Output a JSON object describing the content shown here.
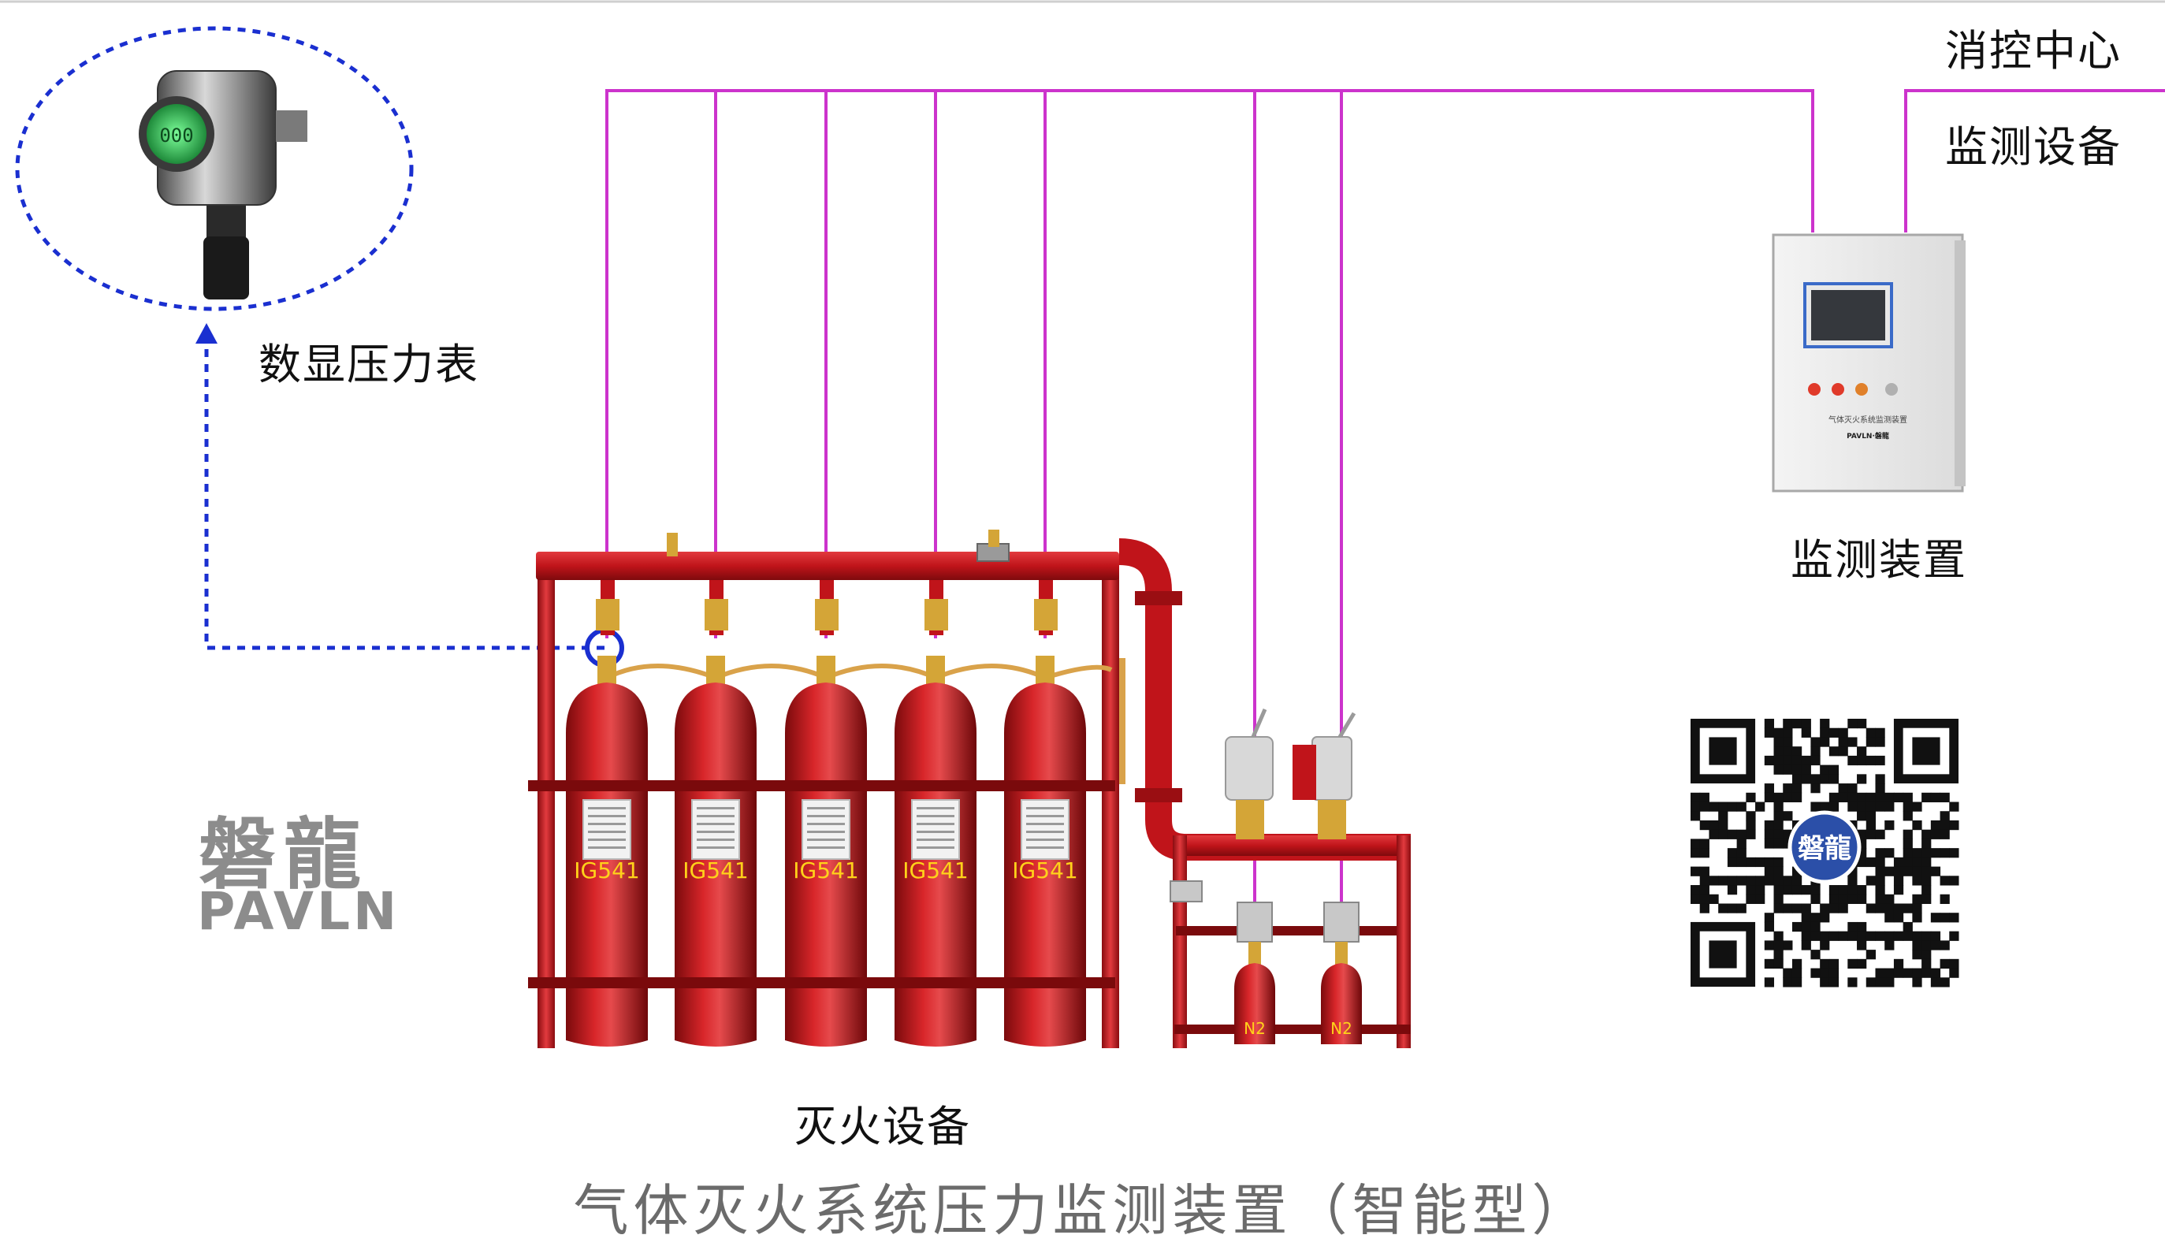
{
  "labels": {
    "digital_gauge": "数显压力表",
    "fire_equipment": "灭火设备",
    "control_center": "消控中心",
    "monitoring_equipment": "监测设备",
    "monitoring_device": "监测装置"
  },
  "title": "气体灭火系统压力监测装置（智能型）",
  "brand": {
    "cn": "磐龍",
    "en": "PAVLN"
  },
  "tanks": [
    {
      "label": "IG541"
    },
    {
      "label": "IG541"
    },
    {
      "label": "IG541"
    },
    {
      "label": "IG541"
    },
    {
      "label": "IG541"
    }
  ],
  "n2_tanks": [
    {
      "label": "N2"
    },
    {
      "label": "N2"
    }
  ],
  "gauge_display": "000",
  "panel": {
    "line1": "气体灭火系统监测装置",
    "line2": "PAVLN·磐龍"
  },
  "qr_badge": "磐龍",
  "colors": {
    "signal_line": "#cc33cc",
    "pipe_red": "#c8161c",
    "tank_red": "#c01418",
    "dashed_blue": "#1a2fd0",
    "label_yellow": "#ffd21a"
  }
}
